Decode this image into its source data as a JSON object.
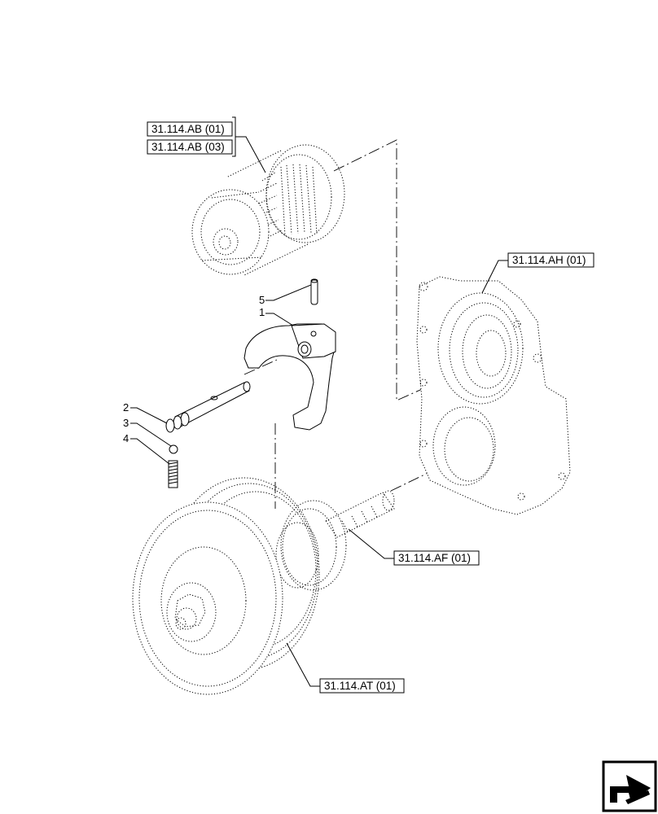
{
  "references": {
    "ab01": "31.114.AB (01)",
    "ab03": "31.114.AB (03)",
    "ah01": "31.114.AH (01)",
    "af01": "31.114.AF (01)",
    "at01": "31.114.AT (01)"
  },
  "item_numbers": {
    "n1": "1",
    "n2": "2",
    "n3": "3",
    "n4": "4",
    "n5": "5"
  },
  "icons": {
    "corner": "next-page-arrow-icon"
  }
}
